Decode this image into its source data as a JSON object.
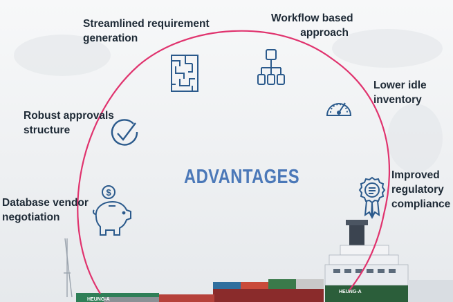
{
  "center": {
    "title": "ADVANTAGES"
  },
  "items": [
    {
      "id": "streamlined",
      "lines": [
        "Streamlined requirement",
        "generation"
      ],
      "icon": "maze-icon"
    },
    {
      "id": "workflow",
      "lines": [
        "Workflow based",
        "approach"
      ],
      "icon": "org-chart-icon"
    },
    {
      "id": "idle",
      "lines": [
        "Lower idle",
        "inventory"
      ],
      "icon": "gauge-icon"
    },
    {
      "id": "approvals",
      "lines": [
        "Robust approvals",
        "structure"
      ],
      "icon": "checkmark-circle-icon"
    },
    {
      "id": "regulatory",
      "lines": [
        "Improved",
        "regulatory",
        "compliance"
      ],
      "icon": "award-badge-icon"
    },
    {
      "id": "vendor",
      "lines": [
        "Database vendor",
        "negotiation"
      ],
      "icon": "piggy-bank-icon"
    }
  ],
  "ship": {
    "container_text_1": "HEUNG-A",
    "container_text_2": "HEUNG-A"
  },
  "colors": {
    "arc": "#e0336e",
    "icon": "#2b5a8c",
    "title": "#4b78b8",
    "text": "#1d2935"
  }
}
